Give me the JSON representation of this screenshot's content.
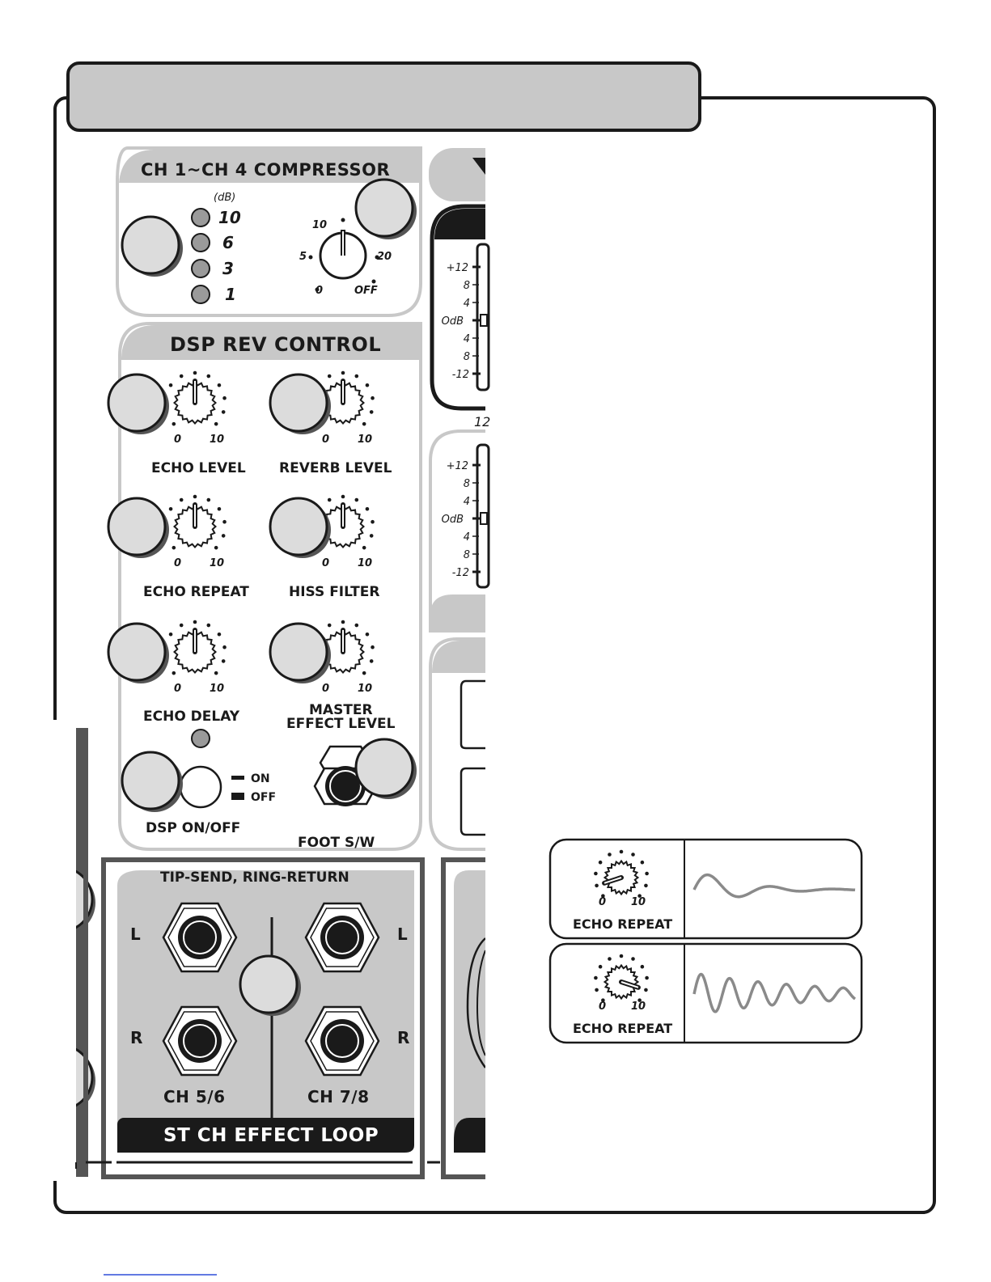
{
  "compressor": {
    "title": "CH 1~CH 4 COMPRESSOR",
    "db_unit": "(dB)",
    "led_levels": [
      "10",
      "6",
      "3",
      "1"
    ],
    "knob_ticks": [
      "10",
      "5",
      "0",
      "20",
      "OFF"
    ]
  },
  "dsp": {
    "title": "DSP REV CONTROL",
    "scale_min": "0",
    "scale_max": "10",
    "echo_level": "ECHO LEVEL",
    "reverb_level": "REVERB LEVEL",
    "echo_repeat": "ECHO REPEAT",
    "hiss_filter": "HISS FILTER",
    "echo_delay": "ECHO DELAY",
    "master_line1": "MASTER",
    "master_line2": "EFFECT LEVEL",
    "switch_on": "ON",
    "switch_off": "OFF",
    "dsp_onoff": "DSP ON/OFF",
    "foot_sw": "FOOT S/W"
  },
  "eq_meter": {
    "marks": [
      "+12",
      "8",
      "4",
      "OdB",
      "4",
      "8",
      "-12"
    ],
    "partial_label": "12"
  },
  "effect_loop": {
    "header": "TIP-SEND, RING-RETURN",
    "left": "L",
    "right": "R",
    "ch_a": "CH 5/6",
    "ch_b": "CH 7/8",
    "title": "ST CH EFFECT LOOP"
  },
  "examples": [
    {
      "label": "ECHO REPEAT",
      "scale_min": "0",
      "scale_max": "10",
      "knob_level": 0.1
    },
    {
      "label": "ECHO REPEAT",
      "scale_min": "0",
      "scale_max": "10",
      "knob_level": 0.9
    }
  ]
}
